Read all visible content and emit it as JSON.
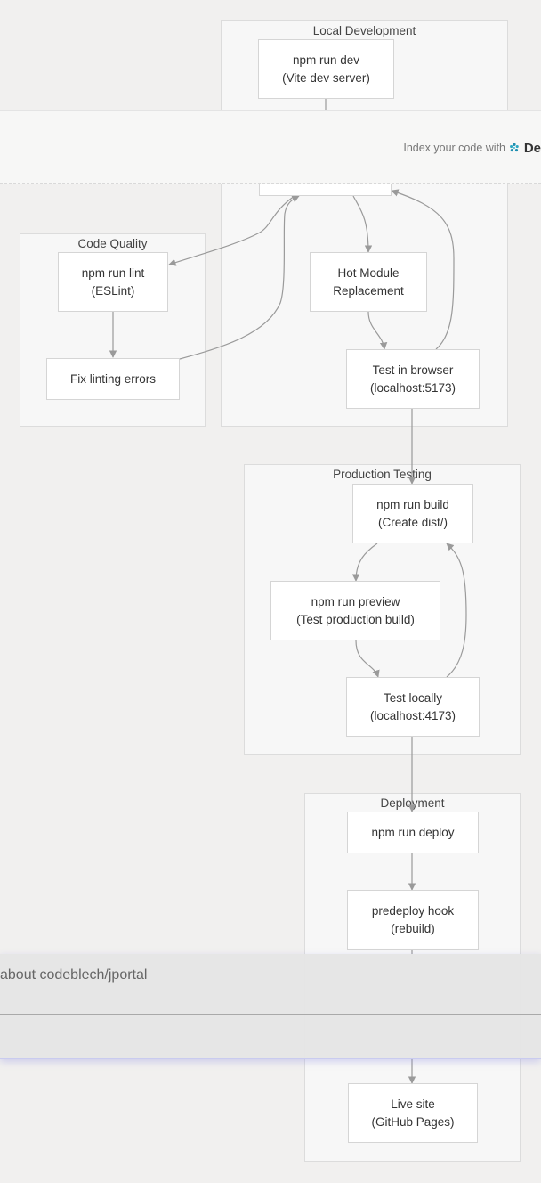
{
  "clusters": {
    "local_dev": "Local Development",
    "code_quality": "Code Quality",
    "production_testing": "Production Testing",
    "deployment": "Deployment"
  },
  "nodes": {
    "npm_run_dev": [
      "npm run dev",
      "(Vite dev server)"
    ],
    "npm_run_lint": [
      "npm run lint",
      "(ESLint)"
    ],
    "hmr": [
      "Hot Module",
      "Replacement"
    ],
    "fix_lint": [
      "Fix linting errors"
    ],
    "test_browser": [
      "Test in browser",
      "(localhost:5173)"
    ],
    "npm_run_build": [
      "npm run build",
      "(Create dist/)"
    ],
    "npm_run_preview": [
      "npm run preview",
      "(Test production build)"
    ],
    "test_locally": [
      "Test locally",
      "(localhost:4173)"
    ],
    "npm_run_deploy": [
      "npm run deploy"
    ],
    "predeploy_hook": [
      "predeploy hook",
      "(rebuild)"
    ],
    "live_site": [
      "Live site",
      "(GitHub Pages)"
    ]
  },
  "banner": {
    "text": "Index your code with",
    "brand": "De",
    "logo_icon": "devin-logo-icon",
    "logo_color": "#1f8fb0"
  },
  "chat": {
    "question": "about codeblech/jportal"
  },
  "colors": {
    "edge": "#9a9a9a",
    "node_border": "#d5d5d5",
    "cluster_bg": "#f7f7f7"
  }
}
